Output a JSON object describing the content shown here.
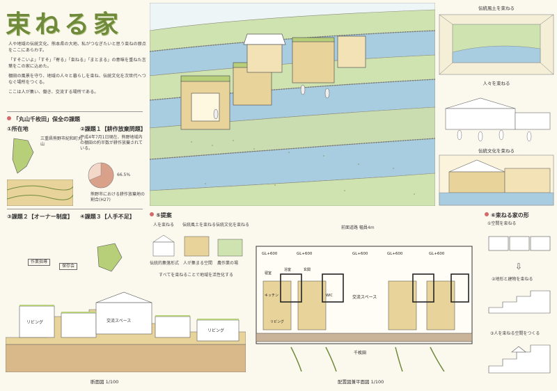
{
  "header": {
    "title": "束ねる家"
  },
  "intro": {
    "p1": "人や地域の伝統文化、熊本県の大地、私がつなぎたいと思う束ねの原点をここにあらわす。",
    "p2": "「すそこいよ」「すそ」「寄る」「束ねる」「まとまる」の意味を重ねた言葉をこの家に込めた。",
    "p3": "棚田の風景を守り、地域の人々と暮らしを束ね、伝統文化を次世代へつなぐ場所をつくる。",
    "p4": "ここは人が集い、働き、交流する場所である。"
  },
  "sections": {
    "location": {
      "label": "「丸山千枚田」保全の課題",
      "site": "①所在地",
      "site_text": "三重県熊野市紀和町丸山"
    },
    "issue1": {
      "label": "②課題１【耕作放棄問題】",
      "text": "平成4年7月1日現在、熊野地域内の棚田の約半数が耕作放棄されている。",
      "pie_value": "66.5%",
      "pie_caption": "熊野市における耕作放棄地の割合(H27)"
    },
    "issue2": {
      "label": "③課題２【オーナー制度】",
      "tags": [
        "作業指導",
        "保存会"
      ]
    },
    "issue3": {
      "label": "④課題３【人手不足】"
    },
    "proposal": {
      "label": "⑤提案",
      "concepts": [
        "人を束ねる",
        "伝統風土を束ねる",
        "伝統文化を束ねる"
      ],
      "captions": [
        "伝統的集落形式",
        "人が集まる空間",
        "農作業の場"
      ],
      "summary": "すべてを束ねることで地域を活性化する"
    },
    "form": {
      "label": "⑥束ねる家の形",
      "steps": [
        "①空間を束ねる",
        "②地形と建物を束ねる",
        "③人を束ねる空間をつくる"
      ]
    }
  },
  "right_panel": {
    "captions": [
      "伝統風土を束ねる",
      "人々を束ねる",
      "伝統文化を束ねる"
    ]
  },
  "section_drawing": {
    "label": "断面図 1/100",
    "rooms": [
      "リビング",
      "交流スペース",
      "リビング"
    ]
  },
  "plan": {
    "label": "配置図兼平面図 1/100",
    "road": "前面道路 幅員4m",
    "levels": [
      "GL+600",
      "GL+600",
      "GL+600",
      "GL+600",
      "GL+600"
    ],
    "room_labels": [
      "寝室",
      "浴室",
      "玄関",
      "キッチン",
      "WIC",
      "リビング",
      "交流スペース"
    ],
    "bottom": "千枚田"
  },
  "colors": {
    "ink": "#333333",
    "accent_green": "#6f8a3a",
    "accent_red": "#d46a6a",
    "wood": "#e8d49a",
    "water": "#a8cce0",
    "grass": "#b8cf7a"
  }
}
